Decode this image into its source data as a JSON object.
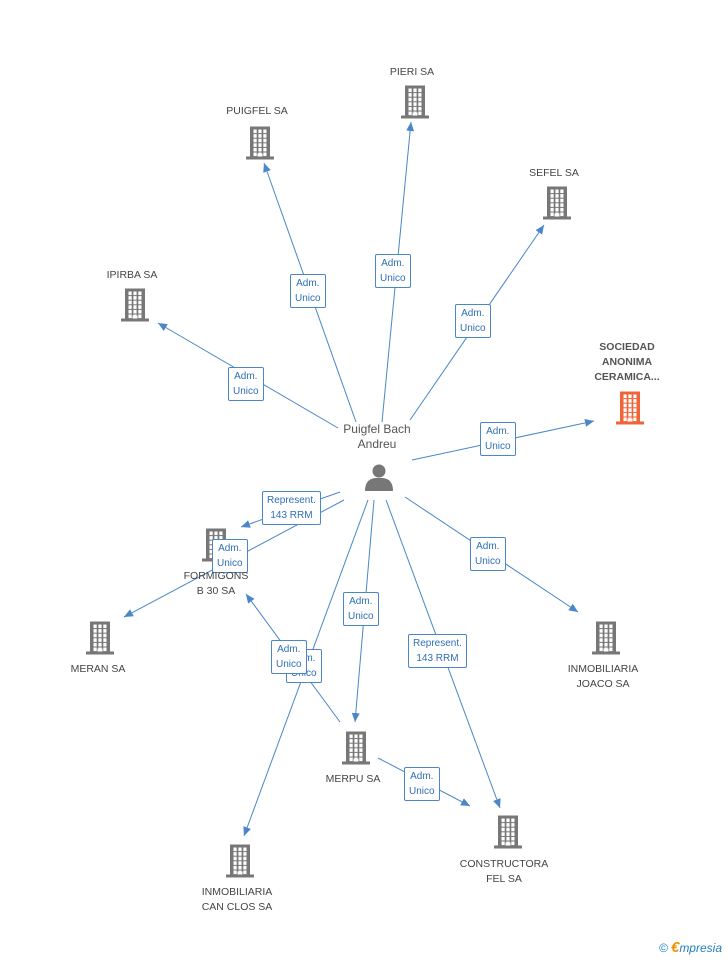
{
  "colors": {
    "edge": "#4a86c8",
    "building": "#777777",
    "highlight": "#f0643a",
    "person": "#777777"
  },
  "person": {
    "label": "Puigfel Bach\nAndreu",
    "icon": "person-icon"
  },
  "companies": [
    {
      "id": "pieri",
      "label": "PIERI SA",
      "icon": "building-icon"
    },
    {
      "id": "puigfel",
      "label": "PUIGFEL SA",
      "icon": "building-icon"
    },
    {
      "id": "sefel",
      "label": "SEFEL SA",
      "icon": "building-icon"
    },
    {
      "id": "ipirba",
      "label": "IPIRBA SA",
      "icon": "building-icon"
    },
    {
      "id": "sociedad",
      "label": "SOCIEDAD\nANONIMA\nCERAMICA...",
      "icon": "building-icon",
      "highlight": true
    },
    {
      "id": "formigons",
      "label": "FORMIGONS\nB 30 SA",
      "icon": "building-icon"
    },
    {
      "id": "meran",
      "label": "MERAN SA",
      "icon": "building-icon"
    },
    {
      "id": "joaco",
      "label": "INMOBILIARIA\nJOACO SA",
      "icon": "building-icon"
    },
    {
      "id": "merpu",
      "label": "MERPU SA",
      "icon": "building-icon"
    },
    {
      "id": "constructora",
      "label": "CONSTRUCTORA\nFEL SA",
      "icon": "building-icon"
    },
    {
      "id": "canclos",
      "label": "INMOBILIARIA\nCAN CLOS SA",
      "icon": "building-icon"
    }
  ],
  "edges": [
    {
      "from": "person",
      "to": "pieri",
      "label": "Adm.\nUnico"
    },
    {
      "from": "person",
      "to": "puigfel",
      "label": "Adm.\nUnico"
    },
    {
      "from": "person",
      "to": "sefel",
      "label": "Adm.\nUnico"
    },
    {
      "from": "person",
      "to": "ipirba",
      "label": "Adm.\nUnico"
    },
    {
      "from": "person",
      "to": "sociedad",
      "label": "Adm.\nUnico"
    },
    {
      "from": "person",
      "to": "formigons",
      "label": "Represent.\n143 RRM"
    },
    {
      "from": "person",
      "to": "meran",
      "label": "Adm.\nUnico"
    },
    {
      "from": "person",
      "to": "joaco",
      "label": "Adm.\nUnico"
    },
    {
      "from": "person",
      "to": "merpu",
      "label": "Adm.\nUnico"
    },
    {
      "from": "person",
      "to": "constructora",
      "label": "Represent.\n143 RRM"
    },
    {
      "from": "merpu",
      "to": "formigons",
      "label": "Adm.\nUnico"
    },
    {
      "from": "person",
      "to": "canclos",
      "label": "Adm.\nUnico"
    },
    {
      "from": "merpu",
      "to": "constructora",
      "label": "Adm.\nUnico"
    }
  ],
  "footer": {
    "copyright": "©",
    "brand_initial": "€",
    "brand_rest": "mpresia"
  }
}
